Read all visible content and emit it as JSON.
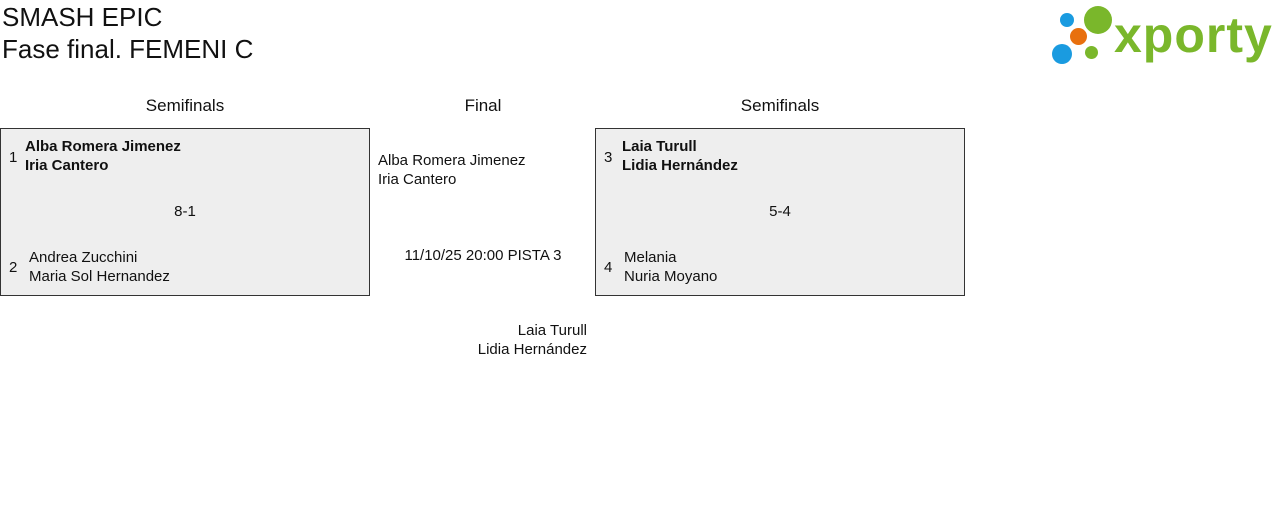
{
  "header": {
    "title": "SMASH EPIC",
    "subtitle": "Fase final. FEMENI C"
  },
  "logo": {
    "text": "xporty",
    "colors": {
      "green": "#7ab72b",
      "blue": "#1a9be0",
      "orange": "#e8700e"
    }
  },
  "columns": {
    "left": "Semifinals",
    "middle": "Final",
    "right": "Semifinals"
  },
  "semis": [
    {
      "seed_a": "1",
      "team_a": [
        "Alba Romera Jimenez",
        "Iria Cantero"
      ],
      "score": "8-1",
      "seed_b": "2",
      "team_b": [
        "Andrea Zucchini",
        "Maria Sol Hernandez"
      ]
    },
    {
      "seed_a": "3",
      "team_a": [
        "Laia Turull",
        "Lidia Hernández"
      ],
      "score": "5-4",
      "seed_b": "4",
      "team_b": [
        "Melania",
        "Nuria Moyano"
      ]
    }
  ],
  "final": {
    "team_a": [
      "Alba Romera Jimenez",
      "Iria Cantero"
    ],
    "schedule": "11/10/25 20:00 PISTA 3",
    "team_b": [
      "Laia Turull",
      "Lidia Hernández"
    ]
  }
}
